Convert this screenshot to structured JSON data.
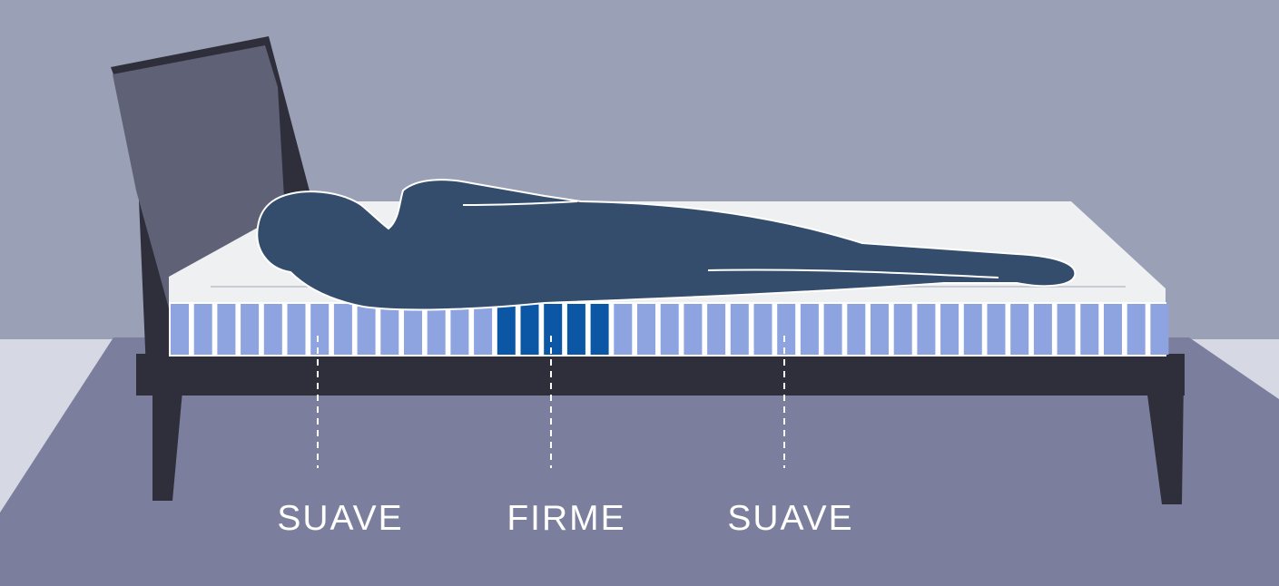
{
  "zones": [
    {
      "label": "SUAVE",
      "firmness": "soft"
    },
    {
      "label": "FIRME",
      "firmness": "firm"
    },
    {
      "label": "SUAVE",
      "firmness": "soft"
    }
  ],
  "colors": {
    "wall": "#9aa0b6",
    "floor": "#d6d9e3",
    "rug": "#7b7f9d",
    "bed_frame": "#2e2f3b",
    "headboard_panel": "#5f6276",
    "mattress_top": "#eff0f2",
    "coil_soft": "#8ea4e0",
    "coil_firm": "#0b57a5",
    "person": "#354d6c",
    "label_text": "#ffffff"
  }
}
